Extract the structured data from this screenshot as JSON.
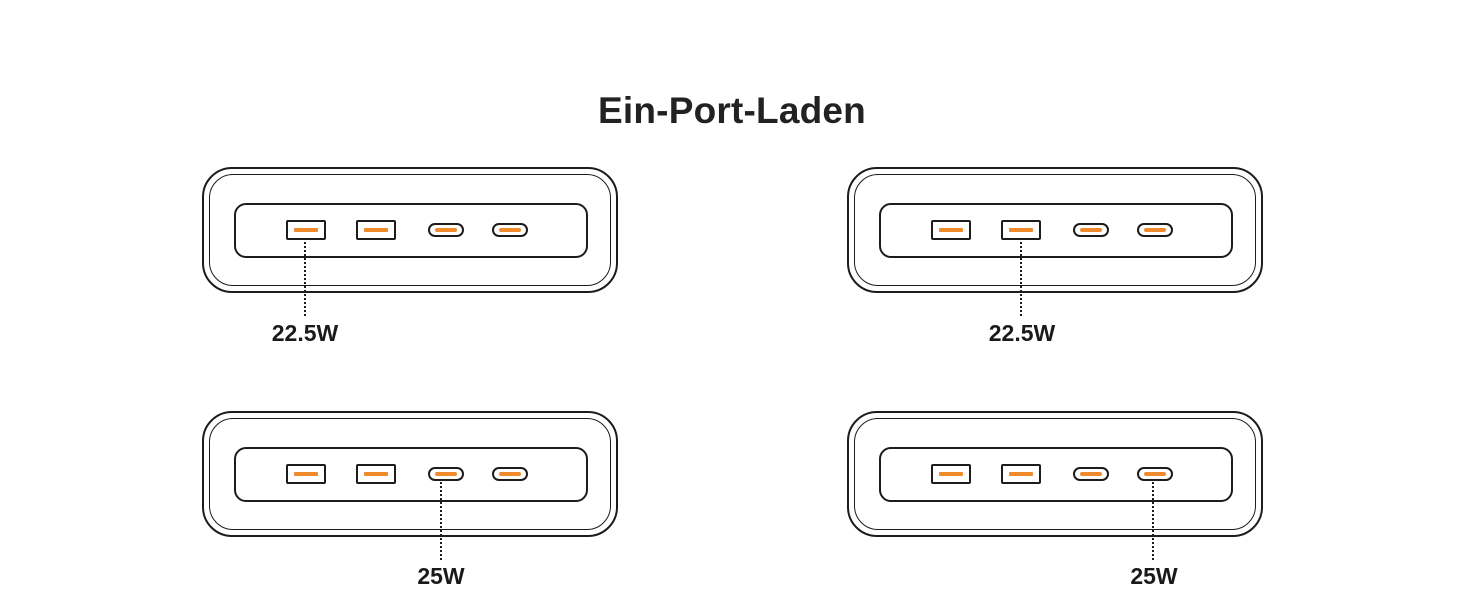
{
  "title": "Ein-Port-Laden",
  "accent_color": "#f08a2c",
  "outline_color": "#1c1c1c",
  "ports": [
    "usb-a-port",
    "usb-a-port",
    "usb-c-port",
    "usb-c-port"
  ],
  "panels": [
    {
      "active_port": 1,
      "label": "22.5W"
    },
    {
      "active_port": 2,
      "label": "22.5W"
    },
    {
      "active_port": 3,
      "label": "25W"
    },
    {
      "active_port": 4,
      "label": "25W"
    }
  ]
}
